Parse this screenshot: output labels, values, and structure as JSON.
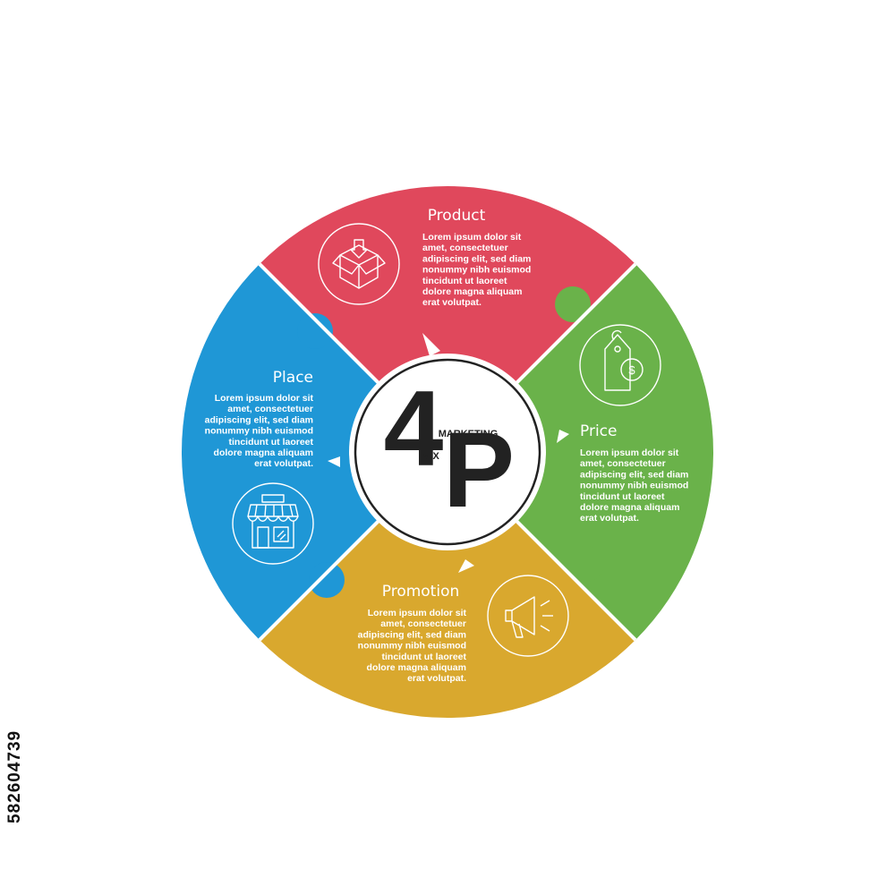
{
  "colors": {
    "product": "#E0485C",
    "price": "#6AB24A",
    "promotion": "#D9A82E",
    "place": "#1F97D6",
    "center_text": "#222222",
    "icon_stroke": "#ffffff"
  },
  "center": {
    "digit": "4",
    "letter": "P",
    "word_top": "MARKETING",
    "word_bottom": "MIX"
  },
  "segments": {
    "product": {
      "title": "Product",
      "icon": "open-box-icon",
      "lines": [
        "Lorem ipsum dolor sit",
        "amet, consectetuer",
        "adipiscing elit, sed diam",
        "nonummy nibh euismod",
        "tincidunt ut laoreet",
        "dolore magna aliquam",
        "erat volutpat."
      ]
    },
    "price": {
      "title": "Price",
      "icon": "price-tag-dollar-icon",
      "lines": [
        "Lorem ipsum dolor sit",
        "amet, consectetuer",
        "adipiscing elit, sed diam",
        "nonummy nibh euismod",
        "tincidunt ut laoreet",
        "dolore magna aliquam",
        "erat volutpat."
      ]
    },
    "promotion": {
      "title": "Promotion",
      "icon": "megaphone-icon",
      "lines": [
        "Lorem ipsum dolor sit",
        "amet, consectetuer",
        "adipiscing elit, sed diam",
        "nonummy nibh euismod",
        "tincidunt ut laoreet",
        "dolore magna aliquam",
        "erat volutpat."
      ]
    },
    "place": {
      "title": "Place",
      "icon": "storefront-icon",
      "lines": [
        "Lorem ipsum dolor sit",
        "amet, consectetuer",
        "adipiscing elit, sed diam",
        "nonummy nibh euismod",
        "tincidunt ut laoreet",
        "dolore magna aliquam",
        "erat volutpat."
      ]
    }
  },
  "stock_id": "582604739"
}
